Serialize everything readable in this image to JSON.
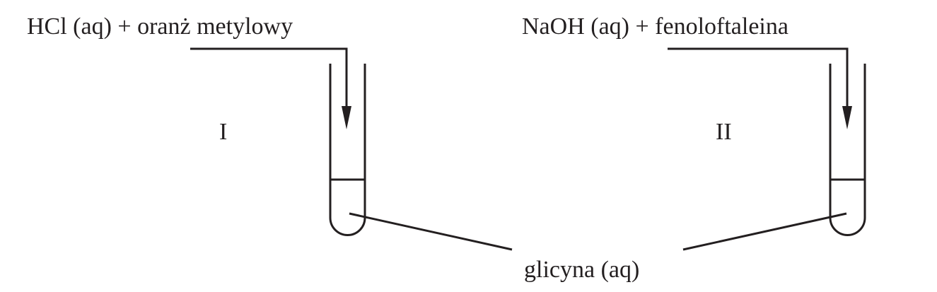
{
  "labels": {
    "reagent_left": "HCl (aq) + oranż metylowy",
    "reagent_right": "NaOH (aq) + fenoloftaleina",
    "tube_left_numeral": "I",
    "tube_right_numeral": "II",
    "sample": "glicyna (aq)"
  },
  "colors": {
    "ink": "#231f20",
    "background": "#ffffff"
  }
}
